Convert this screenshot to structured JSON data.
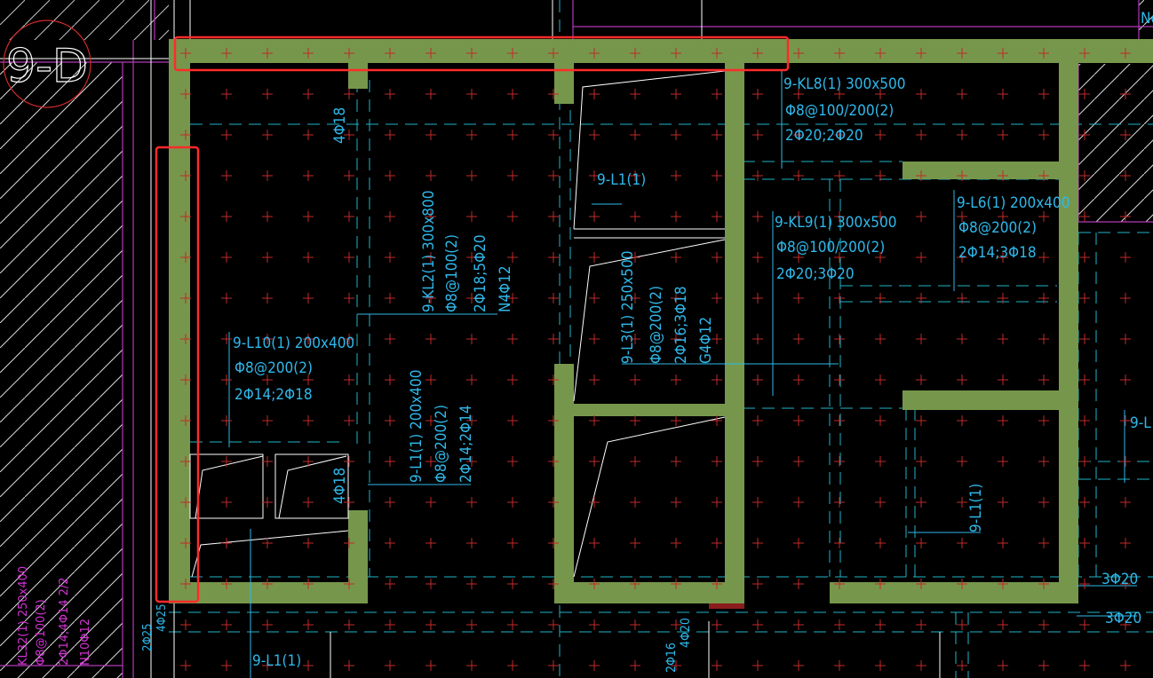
{
  "colors": {
    "background": "#000000",
    "beam_fill": "#76974b",
    "dim_line": "#1fb5c9",
    "text_cyan": "#2fb8ea",
    "grid_red": "#c12a2a",
    "hatch": "#d9d9d9",
    "magenta": "#b23ab7",
    "highlight": "#ff2a2a",
    "axis_white": "#ffffff"
  },
  "axis_bubble": {
    "label": "9-D"
  },
  "corner_label": "No",
  "beam_labels": {
    "kl8": [
      "9-KL8(1) 300x500",
      "Φ8@100/200(2)",
      "2Φ20;2Φ20"
    ],
    "kl9": [
      "9-KL9(1) 300x500",
      "Φ8@100/200(2)",
      "2Φ20;3Φ20"
    ],
    "l6": [
      "9-L6(1) 200x400",
      "Φ8@200(2)",
      "2Φ14;3Φ18"
    ],
    "l10": [
      "9-L10(1) 200x400",
      "Φ8@200(2)",
      "2Φ14;2Φ18"
    ],
    "kl2": [
      "9-KL2(1) 300x800",
      "Φ8@100(2)",
      "2Φ18;5Φ20",
      "N4Φ12"
    ],
    "l1_mid": [
      "9-L1(1) 200x400",
      "Φ8@200(2)",
      "2Φ14;2Φ14"
    ],
    "l3": [
      "9-L3(1) 250x500",
      "Φ8@200(2)",
      "2Φ16;3Φ18",
      "G4Φ12"
    ],
    "l1_top": "9-L1(1)",
    "l1_right": "9-L1(1)",
    "l1_bottom": "9-L1(1)",
    "l_right_edge": "9-L",
    "rebar_4phi18_top": "4Φ18",
    "rebar_4phi18_mid": "4Φ18",
    "rebar_3phi20_a": "3Φ20",
    "rebar_3phi20_b": "3Φ20",
    "rebar_2phi25": "2Φ25",
    "rebar_4phi25": "4Φ25",
    "rebar_2phi16": "2Φ16",
    "rebar_4phi20": "4Φ20"
  },
  "magenta_labels": [
    "KL32(1) 250x400",
    "Φ8@100(2)",
    "2Φ14;4Φ14 2/2",
    "N10Φ12"
  ]
}
